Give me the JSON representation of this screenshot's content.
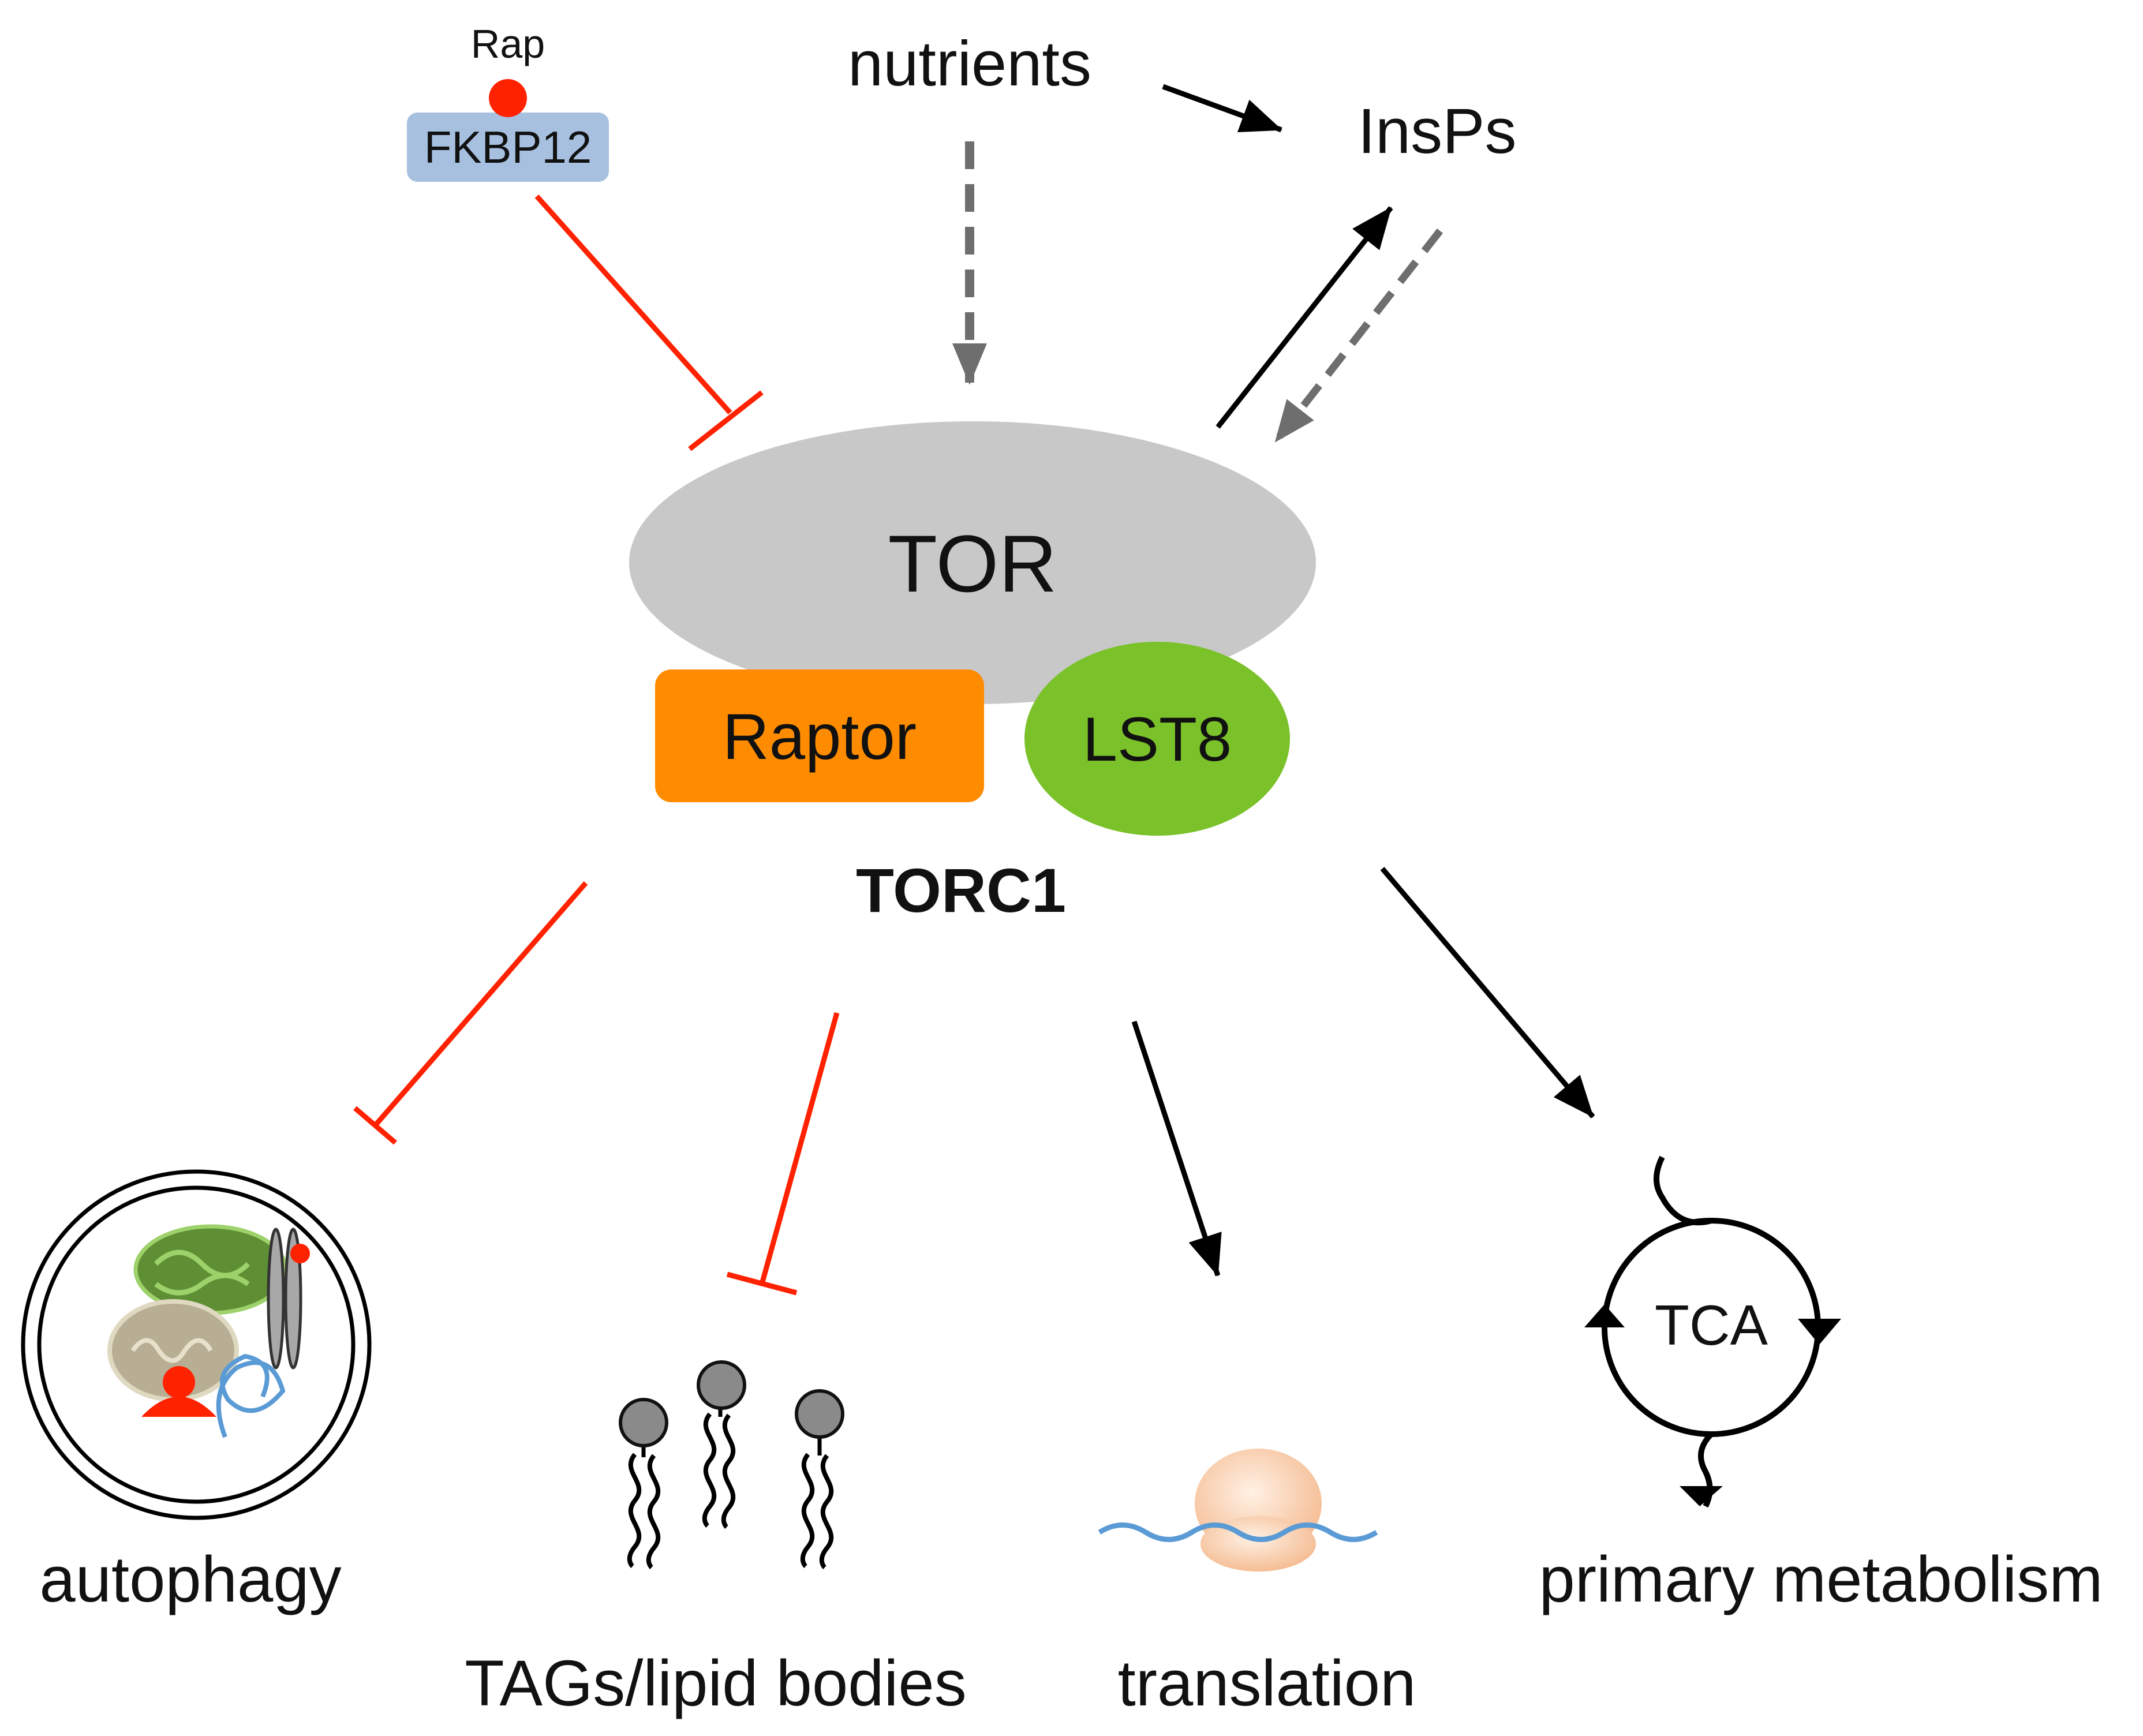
{
  "labels": {
    "rap": "Rap",
    "fkbp12": "FKBP12",
    "nutrients": "nutrients",
    "insps": "InsPs",
    "tor": "TOR",
    "raptor": "Raptor",
    "lst8": "LST8",
    "torc1": "TORC1",
    "tca": "TCA",
    "autophagy": "autophagy",
    "tags": "TAGs/lipid bodies",
    "translation": "translation",
    "primary_metabolism": "primary metabolism"
  },
  "colors": {
    "inhibition": "#ff2200",
    "activation": "#000000",
    "indirect": "#6e6e6e",
    "tor": "#c8c8c8",
    "raptor": "#ff8c00",
    "lst8": "#7ac12a",
    "fkbp12": "#a7c0e0",
    "rap": "#ff2200",
    "ribosome": "#f7c9a6",
    "mrna": "#5b9bd5"
  },
  "edges": [
    {
      "from": "Rap/FKBP12",
      "to": "TOR",
      "type": "inhibition"
    },
    {
      "from": "nutrients",
      "to": "TOR",
      "type": "indirect"
    },
    {
      "from": "nutrients",
      "to": "InsPs",
      "type": "activation"
    },
    {
      "from": "TOR",
      "to": "InsPs",
      "type": "activation"
    },
    {
      "from": "InsPs",
      "to": "TOR",
      "type": "indirect"
    },
    {
      "from": "TORC1",
      "to": "autophagy",
      "type": "inhibition"
    },
    {
      "from": "TORC1",
      "to": "TAGs/lipid bodies",
      "type": "inhibition"
    },
    {
      "from": "TORC1",
      "to": "translation",
      "type": "activation"
    },
    {
      "from": "TORC1",
      "to": "primary metabolism",
      "type": "activation"
    }
  ]
}
